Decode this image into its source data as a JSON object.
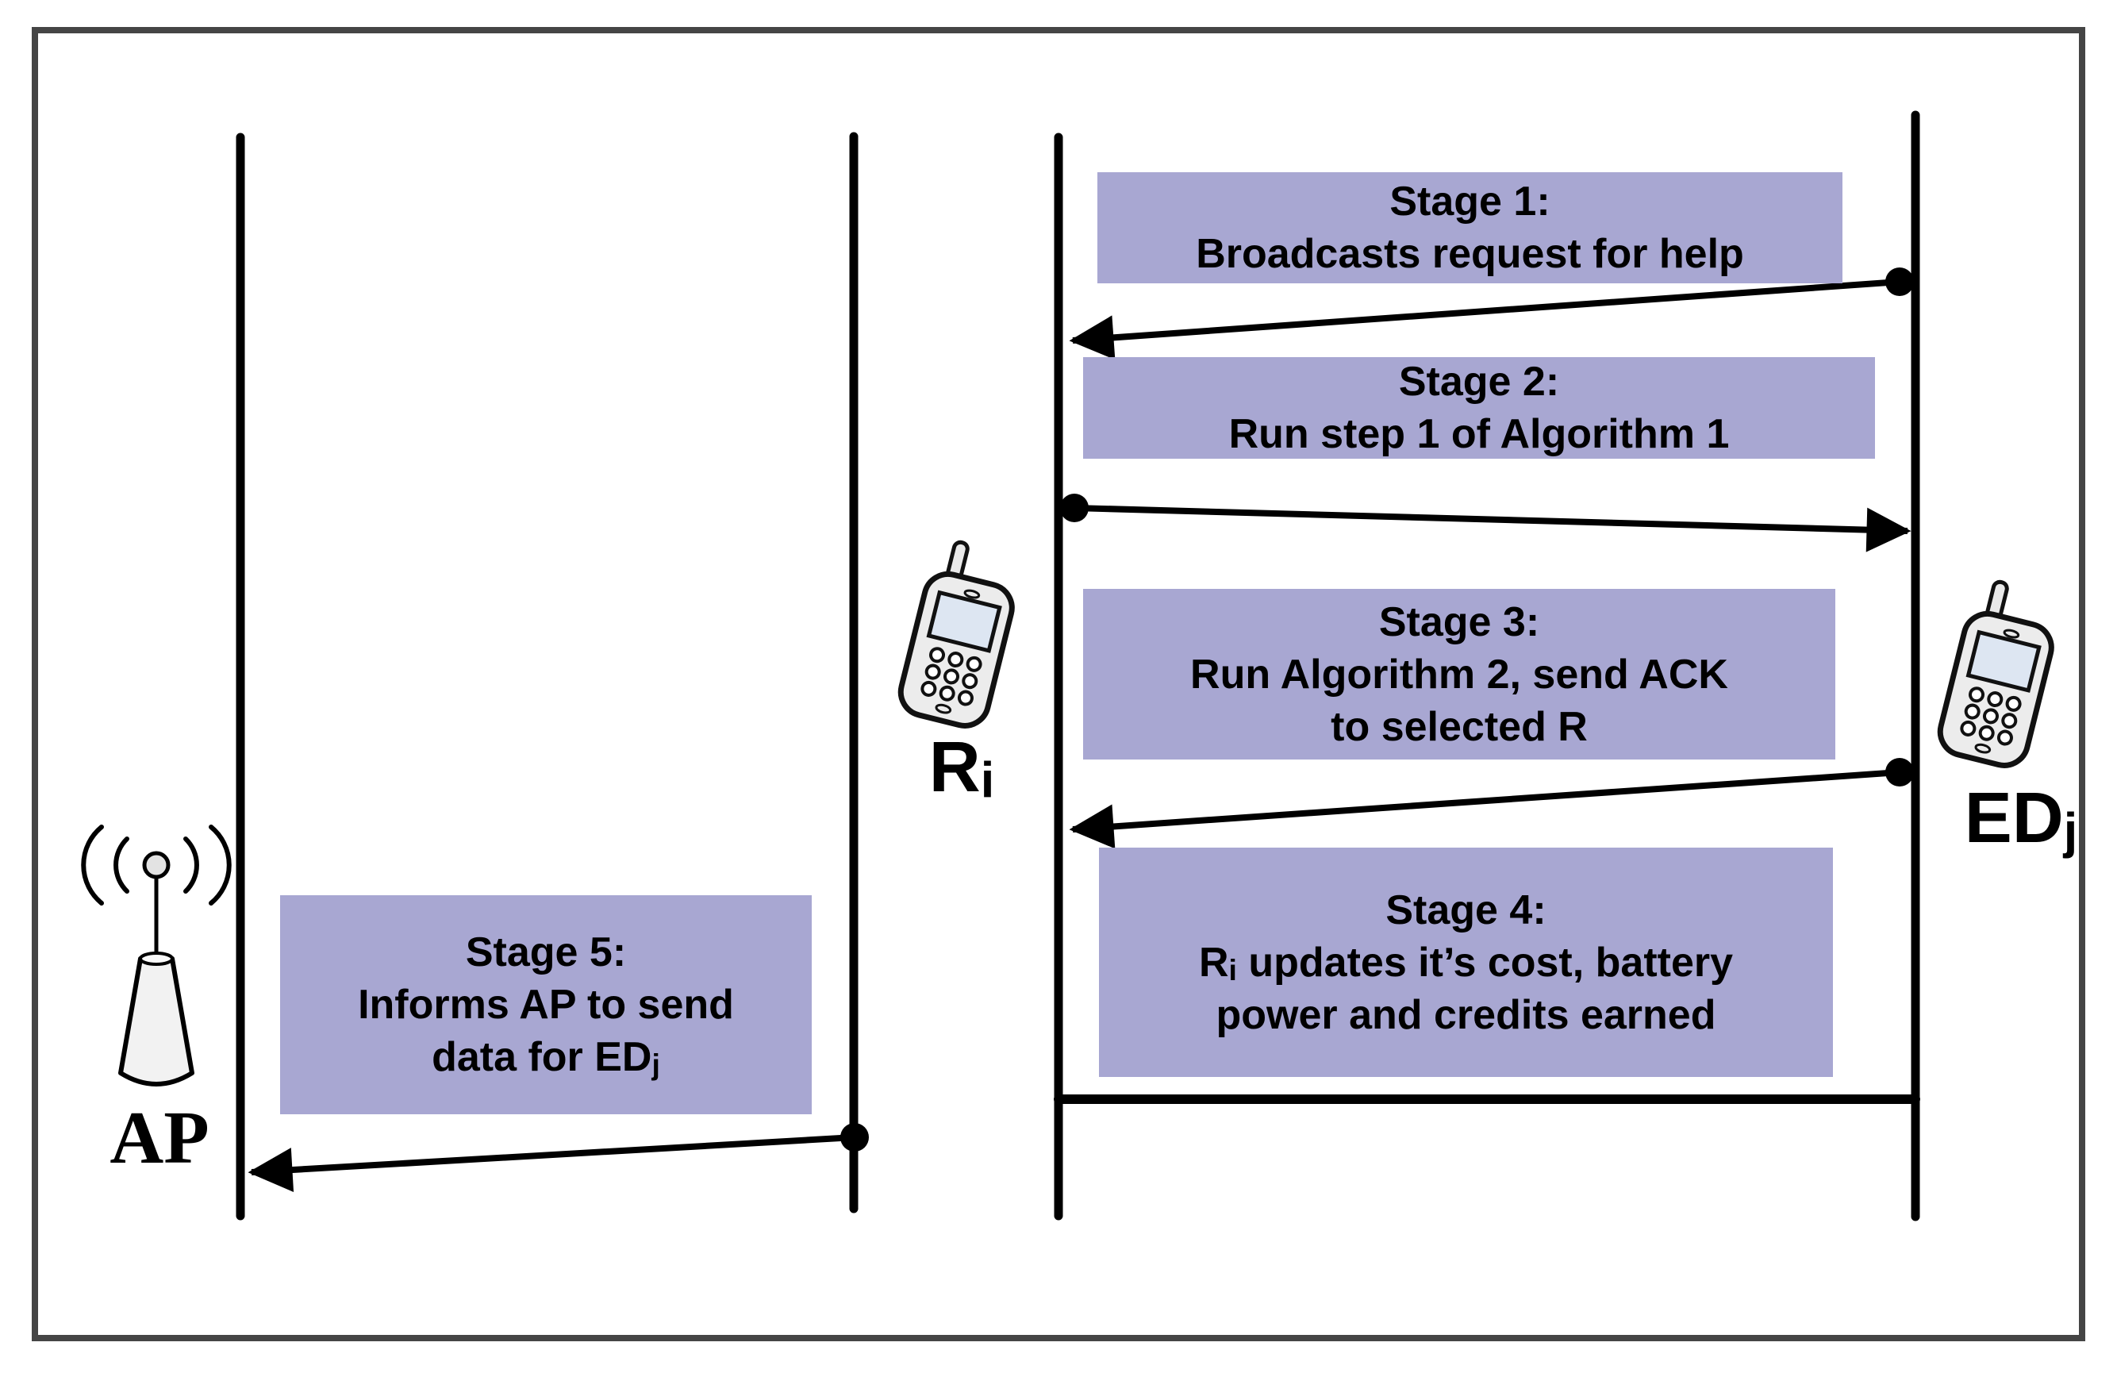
{
  "stages": [
    {
      "title": "Stage 1:",
      "line1": "Broadcasts request for help"
    },
    {
      "title": "Stage 2:",
      "line1": "Run step 1 of Algorithm 1"
    },
    {
      "title": "Stage 3:",
      "line1": "Run Algorithm 2, send ACK",
      "line2": "to selected R"
    },
    {
      "title": "Stage 4:",
      "line1_pre": "R",
      "line1_sub": "i",
      "line1_post": " updates it’s cost, battery",
      "line2": "power and credits earned"
    },
    {
      "title": "Stage 5:",
      "line1": "Informs AP to send",
      "line2_pre": "data for ED",
      "line2_sub": "j"
    }
  ],
  "actors": {
    "ap": {
      "label": "AP"
    },
    "relay": {
      "label": "R",
      "label_sub": "i"
    },
    "end_device": {
      "label": "ED",
      "label_sub": "j"
    }
  },
  "icons": {
    "ap": "antenna-tower-icon",
    "relay": "mobile-phone-icon",
    "end_device": "mobile-phone-icon"
  },
  "colors": {
    "stage_box_fill": "#a8a7d2",
    "diagram_line": "#000000",
    "figure_border": "#454545"
  }
}
